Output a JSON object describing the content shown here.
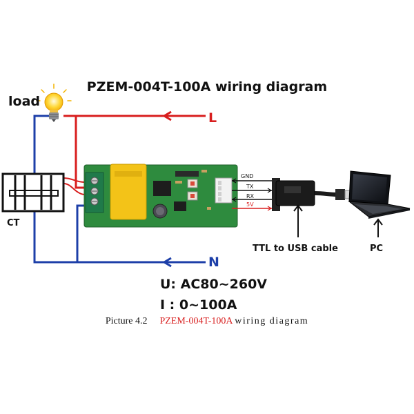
{
  "diagram": {
    "title": "PZEM-004T-100A wiring diagram",
    "load_label": "load",
    "line_label": "L",
    "neutral_label": "N",
    "ct_label": "CT",
    "voltage_spec": "U: AC80~260V",
    "current_spec": "I : 0~100A",
    "pins": {
      "gnd": "GND",
      "tx": "TX",
      "rx": "RX",
      "v5": "5V"
    },
    "ttl_label": "TTL to USB cable",
    "pc_label": "PC",
    "caption": {
      "prefix": "Picture 4.2",
      "model": "PZEM-004T-100A",
      "suffix": "wiring diagram"
    }
  },
  "colors": {
    "line_wire": "#d81e1e",
    "neutral_wire": "#1d3fa8",
    "board": "#2e8b3e",
    "transformer": "#f3c318",
    "terminal": "#1f7a4a"
  },
  "icons": [
    "light-bulb-icon",
    "current-transformer-icon",
    "usb-plug-icon",
    "laptop-icon"
  ]
}
